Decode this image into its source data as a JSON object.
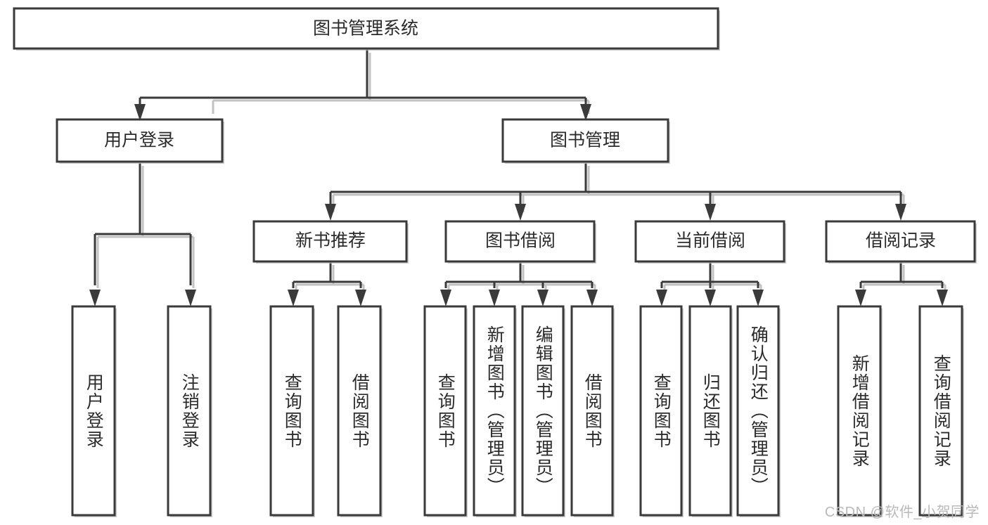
{
  "diagram": {
    "title": "图书管理系统",
    "watermark": "CSDN @软件_小贺同学",
    "colors": {
      "stroke": "#3a3a3a",
      "fill": "#ffffff",
      "text": "#2b2b2b",
      "shadow": "#bdbdbd",
      "watermark": "#b9b9b9"
    },
    "root": {
      "label": "图书管理系统"
    },
    "level2": [
      {
        "id": "user-login",
        "label": "用户登录"
      },
      {
        "id": "book-manage",
        "label": "图书管理"
      }
    ],
    "level3": [
      {
        "id": "new-book-recommend",
        "label": "新书推荐"
      },
      {
        "id": "book-borrow",
        "label": "图书借阅"
      },
      {
        "id": "current-borrow",
        "label": "当前借阅"
      },
      {
        "id": "borrow-record",
        "label": "借阅记录"
      }
    ],
    "leaves": [
      {
        "id": "leaf-user-login",
        "label": "用户登录",
        "parent": "user-login"
      },
      {
        "id": "leaf-logout-login",
        "label": "注销登录",
        "parent": "user-login"
      },
      {
        "id": "leaf-query-book-1",
        "label": "查询图书",
        "parent": "new-book-recommend"
      },
      {
        "id": "leaf-borrow-book-1",
        "label": "借阅图书",
        "parent": "new-book-recommend"
      },
      {
        "id": "leaf-query-book-2",
        "label": "查询图书",
        "parent": "book-borrow"
      },
      {
        "id": "leaf-add-book",
        "label": "新增图书（管理员）",
        "parent": "book-borrow"
      },
      {
        "id": "leaf-edit-book",
        "label": "编辑图书（管理员）",
        "parent": "book-borrow"
      },
      {
        "id": "leaf-borrow-book-2",
        "label": "借阅图书",
        "parent": "book-borrow"
      },
      {
        "id": "leaf-query-book-3",
        "label": "查询图书",
        "parent": "current-borrow"
      },
      {
        "id": "leaf-return-book",
        "label": "归还图书",
        "parent": "current-borrow"
      },
      {
        "id": "leaf-confirm-return",
        "label": "确认归还（管理员）",
        "parent": "current-borrow"
      },
      {
        "id": "leaf-add-record",
        "label": "新增借阅记录",
        "parent": "borrow-record"
      },
      {
        "id": "leaf-query-record",
        "label": "查询借阅记录",
        "parent": "borrow-record"
      }
    ]
  }
}
